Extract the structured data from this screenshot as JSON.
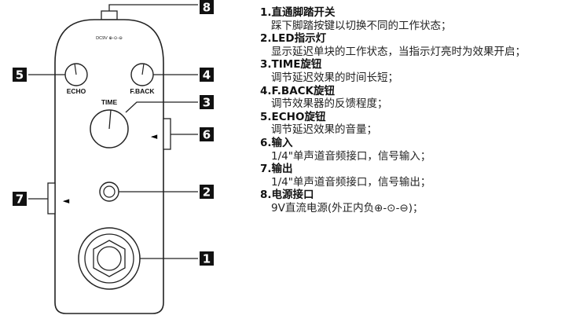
{
  "pedal": {
    "power_label": "DC9V ⊕-⊙-⊖",
    "echo_label": "ECHO",
    "fback_label": "F.BACK",
    "time_label": "TIME",
    "input_arrow": "◄",
    "output_arrow": "◄"
  },
  "callouts": [
    "8",
    "5",
    "4",
    "3",
    "6",
    "2",
    "7",
    "1"
  ],
  "legend": [
    {
      "num": "1",
      "title": "直通脚踏开关",
      "desc": "踩下脚踏按键以切换不同的工作状态；"
    },
    {
      "num": "2",
      "title": "LED指示灯",
      "desc": "显示延迟单块的工作状态，当指示灯亮时为效果开启；"
    },
    {
      "num": "3",
      "title": "TIME旋钮",
      "desc": "调节延迟效果的时间长短；"
    },
    {
      "num": "4",
      "title": "F.BACK旋钮",
      "desc": "调节效果器的反馈程度；"
    },
    {
      "num": "5",
      "title": "ECHO旋钮",
      "desc": "调节延迟效果的音量；"
    },
    {
      "num": "6",
      "title": "输入",
      "desc": "1/4\"单声道音频接口，信号输入；"
    },
    {
      "num": "7",
      "title": "输出",
      "desc": "1/4\"单声道音频接口，信号输出；"
    },
    {
      "num": "8",
      "title": "电源接口",
      "desc": "9V直流电源(外正内负⊕-⊙-⊖)；"
    }
  ]
}
